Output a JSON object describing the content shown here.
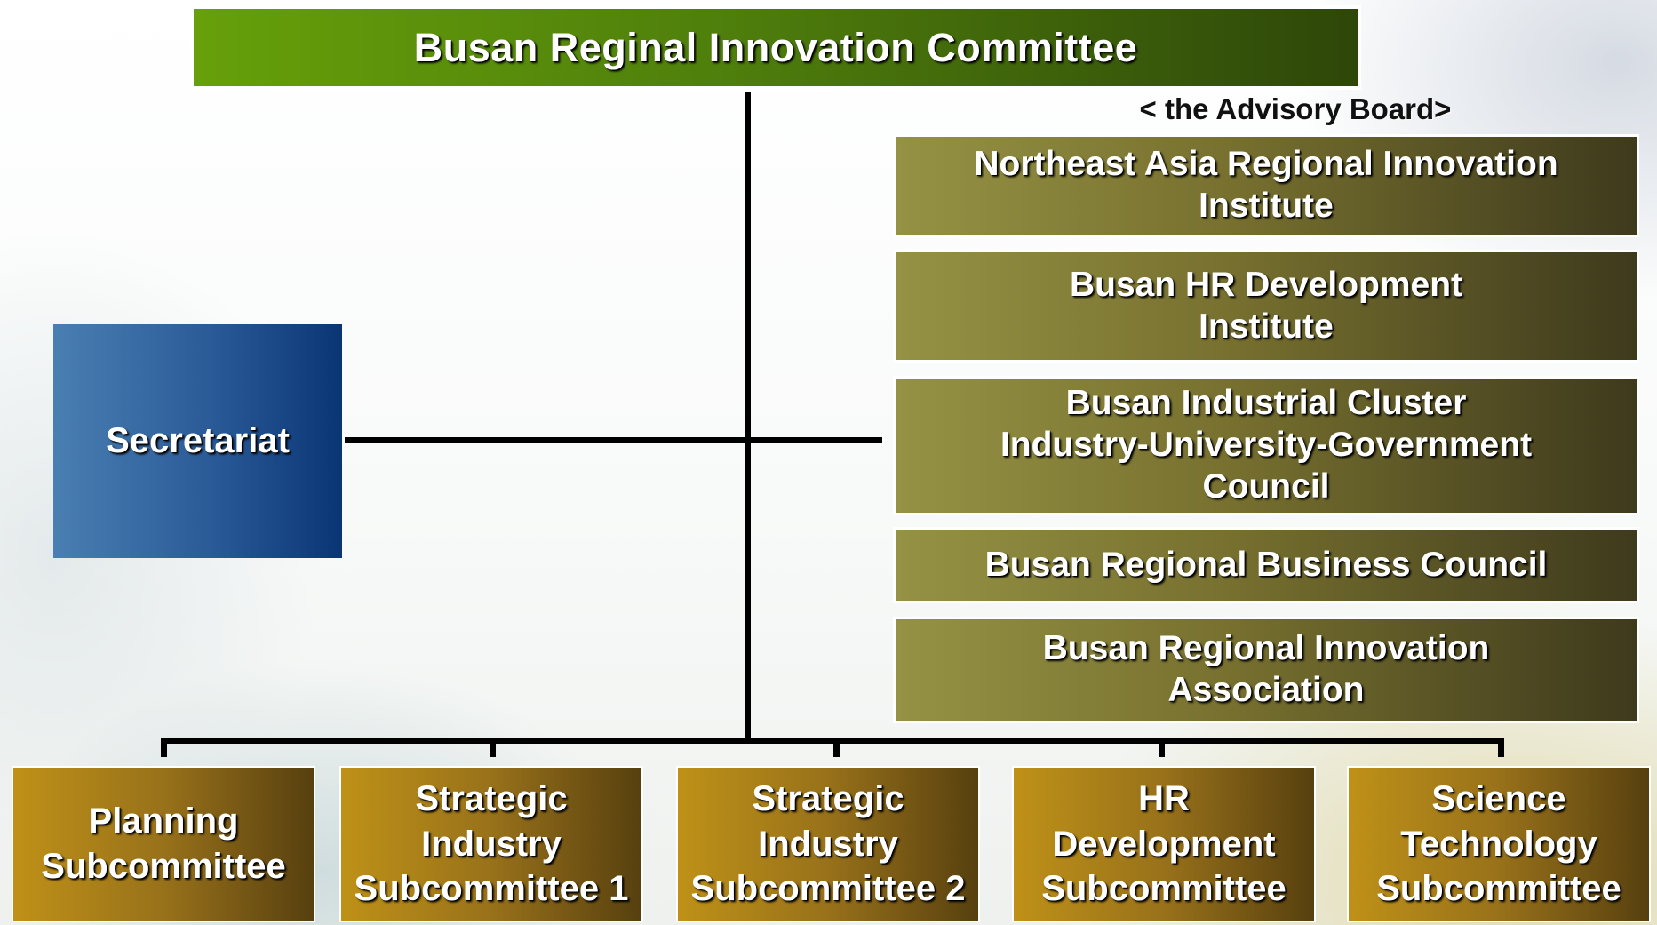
{
  "diagram": {
    "title": "Busan Reginal Innovation Committee",
    "secretariat": "Secretariat",
    "advisory_board": {
      "label": "< the Advisory Board>",
      "members": [
        "Northeast Asia Regional Innovation\nInstitute",
        "Busan HR Development\nInstitute",
        "Busan Industrial Cluster\nIndustry-University-Government\nCouncil",
        "Busan Regional Business Council",
        "Busan Regional Innovation\nAssociation"
      ]
    },
    "subcommittees": [
      "Planning\nSubcommittee",
      "Strategic\nIndustry\nSubcommittee 1",
      "Strategic\nIndustry\nSubcommittee 2",
      "HR\nDevelopment\nSubcommittee",
      "Science\nTechnology\nSubcommittee"
    ],
    "colors": {
      "committee": "#4f7f0c",
      "secretariat": "#2a5a97",
      "advisory": "#77702f",
      "subcommittee": "#98711a",
      "connector": "#000000"
    }
  }
}
